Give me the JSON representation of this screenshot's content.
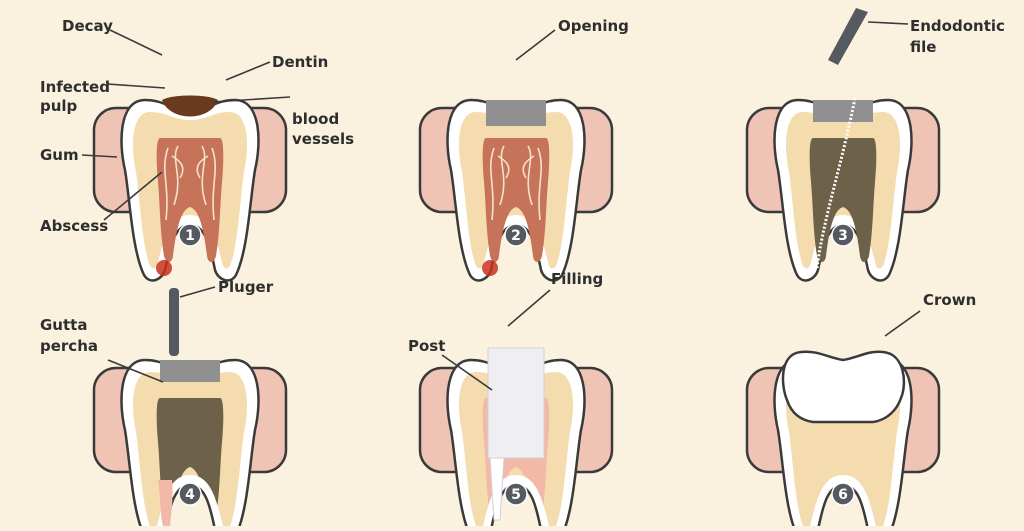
{
  "colors": {
    "background": "#fbf1df",
    "gum": "#f0c4b4",
    "outline": "#3a3a3a",
    "dentin": "#f5dcae",
    "pulp": "#c7735a",
    "vessel": "#f3e2cc",
    "decay": "#6b3a1c",
    "opening": "#909090",
    "filled_root": "#6d6149",
    "abscess": "#c8321e",
    "filling": "#efeff3",
    "badge": "#555a60"
  },
  "steps": [
    {
      "number": "1",
      "labels": {
        "decay": "Decay",
        "infected_pulp_1": "Infected",
        "infected_pulp_2": "pulp",
        "dentin": "Dentin",
        "blood_vessels_1": "blood",
        "blood_vessels_2": "vessels",
        "gum": "Gum",
        "abscess": "Abscess"
      }
    },
    {
      "number": "2",
      "labels": {
        "opening": "Opening"
      }
    },
    {
      "number": "3",
      "labels": {
        "endodontic_1": "Endodontic",
        "endodontic_2": "file"
      }
    },
    {
      "number": "4",
      "labels": {
        "pluger": "Pluger",
        "gutta_1": "Gutta",
        "gutta_2": "percha"
      }
    },
    {
      "number": "5",
      "labels": {
        "filling": "Filling",
        "post": "Post"
      }
    },
    {
      "number": "6",
      "labels": {
        "crown": "Crown"
      }
    }
  ]
}
